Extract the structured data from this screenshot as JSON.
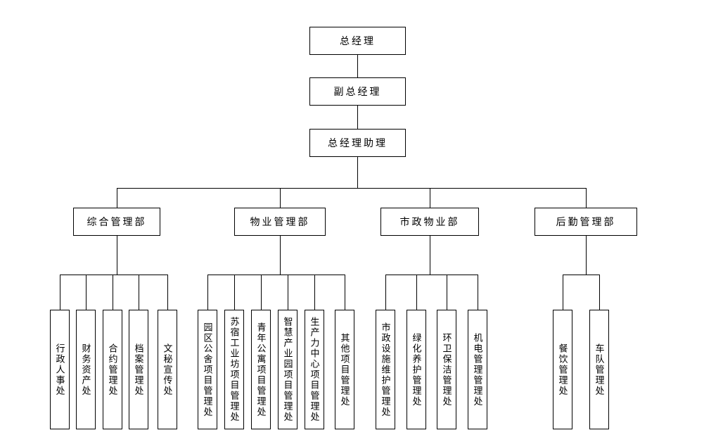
{
  "diagram": {
    "type": "org-chart",
    "colors": {
      "background": "#ffffff",
      "line": "#000000",
      "box_border": "#000000",
      "text": "#000000"
    },
    "root_chain": [
      {
        "label": "总经理"
      },
      {
        "label": "副总经理"
      },
      {
        "label": "总经理助理"
      }
    ],
    "departments": [
      {
        "label": "综合管理部",
        "children": [
          "行政人事处",
          "财务资产处",
          "合约管理处",
          "档案管理处",
          "文秘宣传处"
        ]
      },
      {
        "label": "物业管理部",
        "children": [
          "园区公舍项目管理处",
          "苏宿工业坊项目管理处",
          "青年公寓项目管理处",
          "智慧产业园项目管理处",
          "生产力中心项目管理处",
          "其他项目管理处"
        ]
      },
      {
        "label": "市政物业部",
        "children": [
          "市政设施维护管理处",
          "绿化养护管理处",
          "环卫保洁管理处",
          "机电管理管理处"
        ]
      },
      {
        "label": "后勤管理部",
        "children": [
          "餐饮管理处",
          "车队管理处"
        ]
      }
    ]
  }
}
